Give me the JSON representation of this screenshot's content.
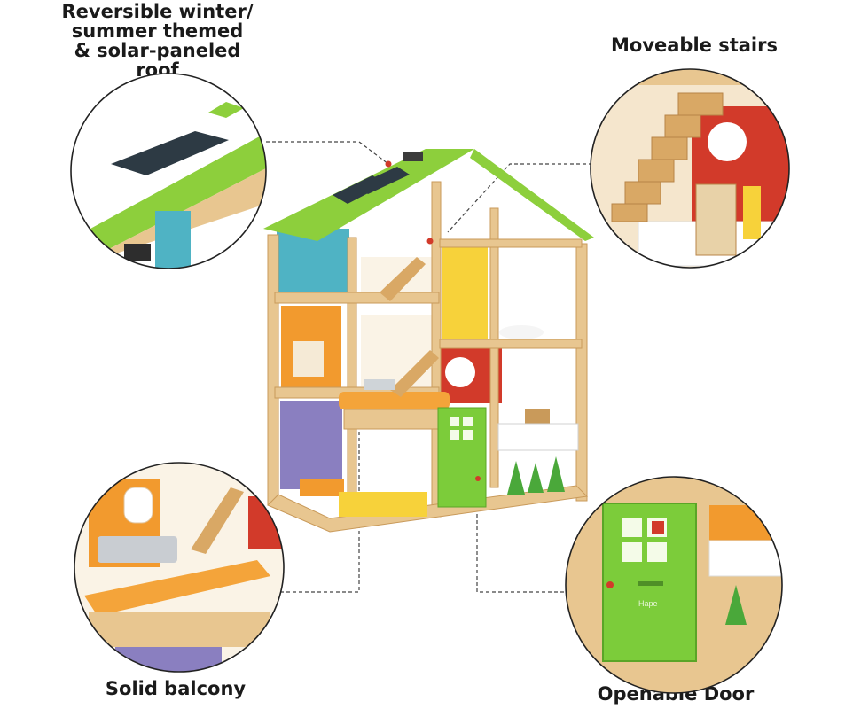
{
  "callouts": {
    "roof": "Reversible winter/\nsummer themed\n& solar-paneled roof",
    "stairs": "Moveable stairs",
    "balcony": "Solid balcony",
    "door": "Openable Door"
  },
  "door_brand": "Hape",
  "colors": {
    "wood": "#e8c690",
    "wood_dark": "#c99a5a",
    "roof_green": "#8dcf3c",
    "door_green": "#7ccc3a",
    "orange": "#f29a2e",
    "purple": "#8a7fc0",
    "yellow": "#f7d23a",
    "red": "#d23a2a",
    "teal": "#3aa6b5",
    "callout_line": "#444444"
  }
}
